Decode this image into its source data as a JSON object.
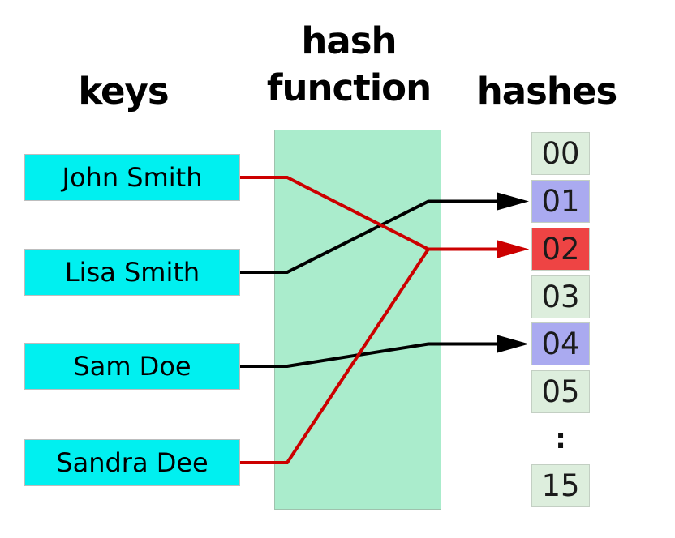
{
  "titles": {
    "keys": "keys",
    "hash_function": "hash function",
    "hashes": "hashes"
  },
  "keys": [
    {
      "label": "John Smith"
    },
    {
      "label": "Lisa Smith"
    },
    {
      "label": "Sam Doe"
    },
    {
      "label": "Sandra Dee"
    }
  ],
  "buckets": [
    {
      "label": "00",
      "state": "empty"
    },
    {
      "label": "01",
      "state": "occupied"
    },
    {
      "label": "02",
      "state": "collision"
    },
    {
      "label": "03",
      "state": "empty"
    },
    {
      "label": "04",
      "state": "occupied"
    },
    {
      "label": "05",
      "state": "empty"
    },
    {
      "label": ":",
      "state": "ellipsis"
    },
    {
      "label": "15",
      "state": "empty"
    }
  ],
  "connections": [
    {
      "from": "John Smith",
      "to": "02",
      "type": "collision"
    },
    {
      "from": "Lisa Smith",
      "to": "01",
      "type": "normal"
    },
    {
      "from": "Sam Doe",
      "to": "04",
      "type": "normal"
    },
    {
      "from": "Sandra Dee",
      "to": "02",
      "type": "collision"
    }
  ],
  "colors": {
    "key_box": "#00f0f0",
    "function_box": "#aaeccc",
    "bucket_empty": "#ddeedd",
    "bucket_occupied": "#aaaaf0",
    "bucket_collision": "#ee4444",
    "line_normal": "#000000",
    "line_collision": "#cc0000"
  }
}
